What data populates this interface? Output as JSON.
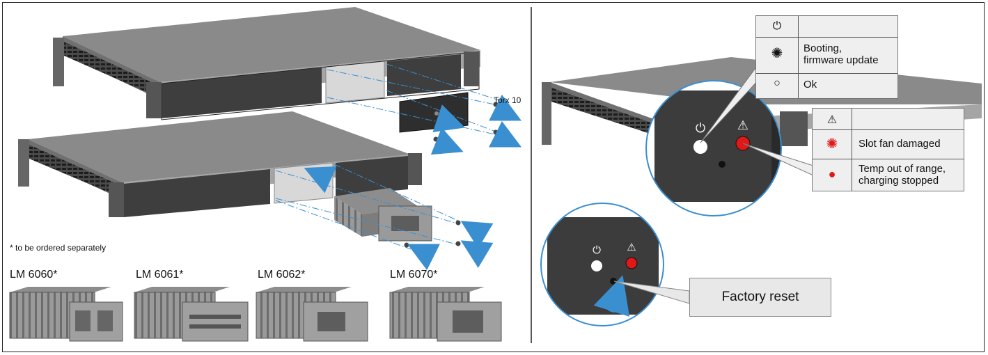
{
  "left_panel": {
    "note": "* to be ordered separately",
    "torx_label": "Torx 10",
    "modules": [
      {
        "label": "LM 6060*"
      },
      {
        "label": "LM 6061*"
      },
      {
        "label": "LM 6062*"
      },
      {
        "label": "LM 6070*"
      }
    ]
  },
  "power_table": {
    "header_icon": "power-icon",
    "rows": [
      {
        "icon": "blinking-led-icon",
        "text_line1": "Booting,",
        "text_line2": "firmware update"
      },
      {
        "icon": "led-off-icon",
        "text_line1": "Ok",
        "text_line2": ""
      }
    ]
  },
  "warning_table": {
    "header_icon": "warning-icon",
    "rows": [
      {
        "icon": "red-blinking-led-icon",
        "text_line1": "Slot fan damaged",
        "text_line2": ""
      },
      {
        "icon": "red-led-icon",
        "text_line1": "Temp out of range,",
        "text_line2": "charging stopped"
      }
    ]
  },
  "callout": {
    "factory_reset": "Factory reset"
  },
  "colors": {
    "accent_blue": "#3a8fd0",
    "led_red": "#e01818",
    "device_dark": "#3c3c3c",
    "panel_gray": "#efefef"
  }
}
